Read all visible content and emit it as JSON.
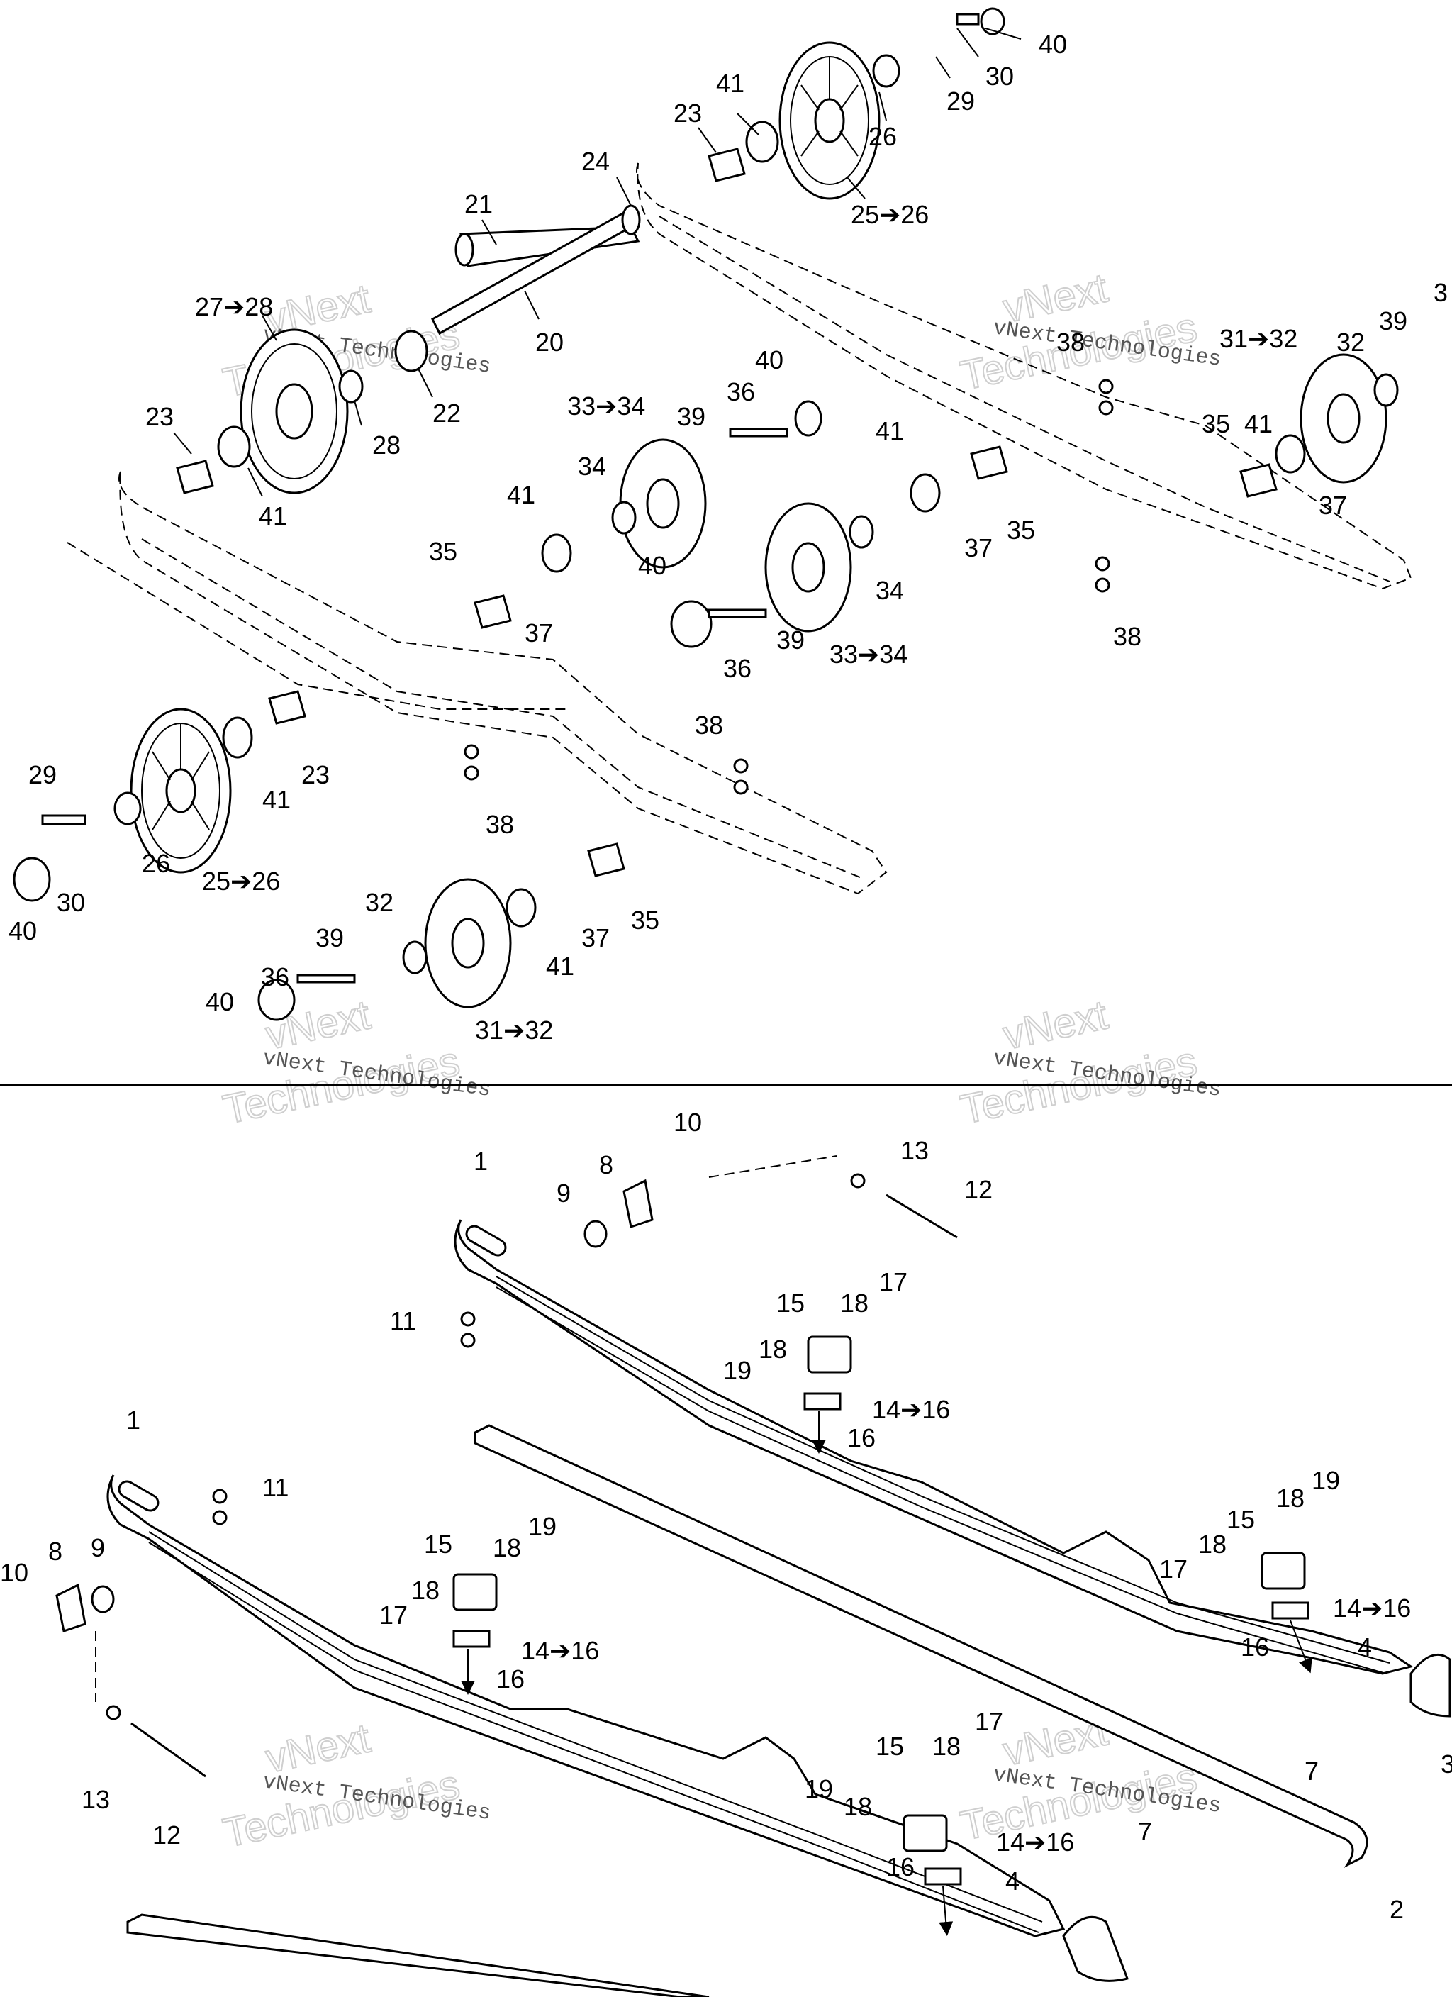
{
  "watermark": {
    "brand": "vNext",
    "word": "Technologies",
    "full": "vNext Technologies"
  },
  "arrow": "➔",
  "callouts_top": {
    "c40_tr": "40",
    "c30": "30",
    "c29_t": "29",
    "c41_t": "41",
    "c23_t": "23",
    "c26_t": "26",
    "c25_26_t": "25➔26",
    "c24": "24",
    "c21": "21",
    "c20": "20",
    "c22": "22",
    "c27_28": "27➔28",
    "c28": "28",
    "c23_l": "23",
    "c41_l": "41",
    "c38_r": "38",
    "c31_32_r": "31➔32",
    "c32_r": "32",
    "c39_r": "39",
    "c3_r": "3",
    "c33_34_a": "33➔34",
    "c39_c": "39",
    "c36_c": "36",
    "c40_c": "40",
    "c34_a": "34",
    "c41_c": "41",
    "c35_c": "35",
    "c37_c": "37",
    "c41_m": "41",
    "c35_m": "35",
    "c37_m": "37",
    "c40_m": "40",
    "c36_m": "36",
    "c39_m": "39",
    "c33_34_b": "33➔34",
    "c34_b": "34",
    "c41_rr": "41",
    "c35_rr": "35",
    "c37_rr": "37",
    "c38_rr": "38",
    "c38_a": "38",
    "c38_b": "38",
    "c29_l": "29",
    "c41_ll": "41",
    "c23_ll": "23",
    "c30_l": "30",
    "c26_l": "26",
    "c25_26_l": "25➔26",
    "c40_l": "40",
    "c32_b": "32",
    "c39_b": "39",
    "c36_b": "36",
    "c40_b": "40",
    "c41_b": "41",
    "c37_b": "37",
    "c35_b": "35",
    "c31_32_b": "31➔32"
  },
  "callouts_bottom": {
    "c10_t": "10",
    "c13_t": "13",
    "c12_t": "12",
    "c1_t": "1",
    "c8_t": "8",
    "c9_t": "9",
    "c11_t": "11",
    "c15_t": "15",
    "c18_t": "18",
    "c17_t": "17",
    "c18_t2": "18",
    "c19_t": "19",
    "c14_16_t": "14➔16",
    "c16_t": "16",
    "c19_r": "19",
    "c18_r": "18",
    "c15_r": "15",
    "c17_r": "17",
    "c18_r2": "18",
    "c14_16_r": "14➔16",
    "c16_r": "16",
    "c4_r": "4",
    "c3_r": "3",
    "c7_r": "7",
    "c2": "2",
    "c1_l": "1",
    "c11_l": "11",
    "c10_l": "10",
    "c8_l": "8",
    "c9_l": "9",
    "c15_l": "15",
    "c18_l": "18",
    "c19_l": "19",
    "c18_l2": "18",
    "c17_l": "17",
    "c14_16_l": "14➔16",
    "c16_l": "16",
    "c13_l": "13",
    "c12_l": "12",
    "c15_b": "15",
    "c18_b": "18",
    "c17_b": "17",
    "c19_b": "19",
    "c18_b2": "18",
    "c14_16_b": "14➔16",
    "c16_b": "16",
    "c4_b": "4",
    "c7_b": "7"
  }
}
